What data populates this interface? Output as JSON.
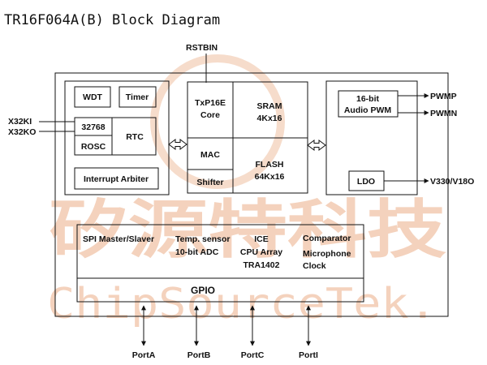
{
  "title": "TR16F064A(B) Block Diagram",
  "watermark": {
    "chinese": "矽源特科技",
    "english": "ChipSourceTek."
  },
  "signals": {
    "rstbin": "RSTBIN",
    "x32ki": "X32KI",
    "x32ko": "X32KO",
    "pwmp": "PWMP",
    "pwmn": "PWMN",
    "v330": "V330/V18O"
  },
  "left_block": {
    "wdt": "WDT",
    "timer": "Timer",
    "osc_32768": "32768",
    "rosc": "ROSC",
    "rtc": "RTC",
    "interrupt": "Interrupt Arbiter"
  },
  "core_block": {
    "core_line1": "TxP16E",
    "core_line2": "Core",
    "sram_line1": "SRAM",
    "sram_line2": "4Kx16",
    "mac": "MAC",
    "shifter": "Shifter",
    "flash_line1": "FLASH",
    "flash_line2": "64Kx16"
  },
  "right_block": {
    "pwm_line1": "16-bit",
    "pwm_line2": "Audio PWM",
    "ldo": "LDO"
  },
  "bottom_block": {
    "spi": "SPI Master/Slaver",
    "temp_line1": "Temp. sensor",
    "temp_line2": "10-bit ADC",
    "ice_line1": "ICE",
    "ice_line2": "CPU Array",
    "ice_line3": "TRA1402",
    "comp": "Comparator",
    "mic_line1": "Microphone",
    "mic_line2": "Clock",
    "gpio": "GPIO"
  },
  "ports": [
    "PortA",
    "PortB",
    "PortC",
    "PortI"
  ]
}
